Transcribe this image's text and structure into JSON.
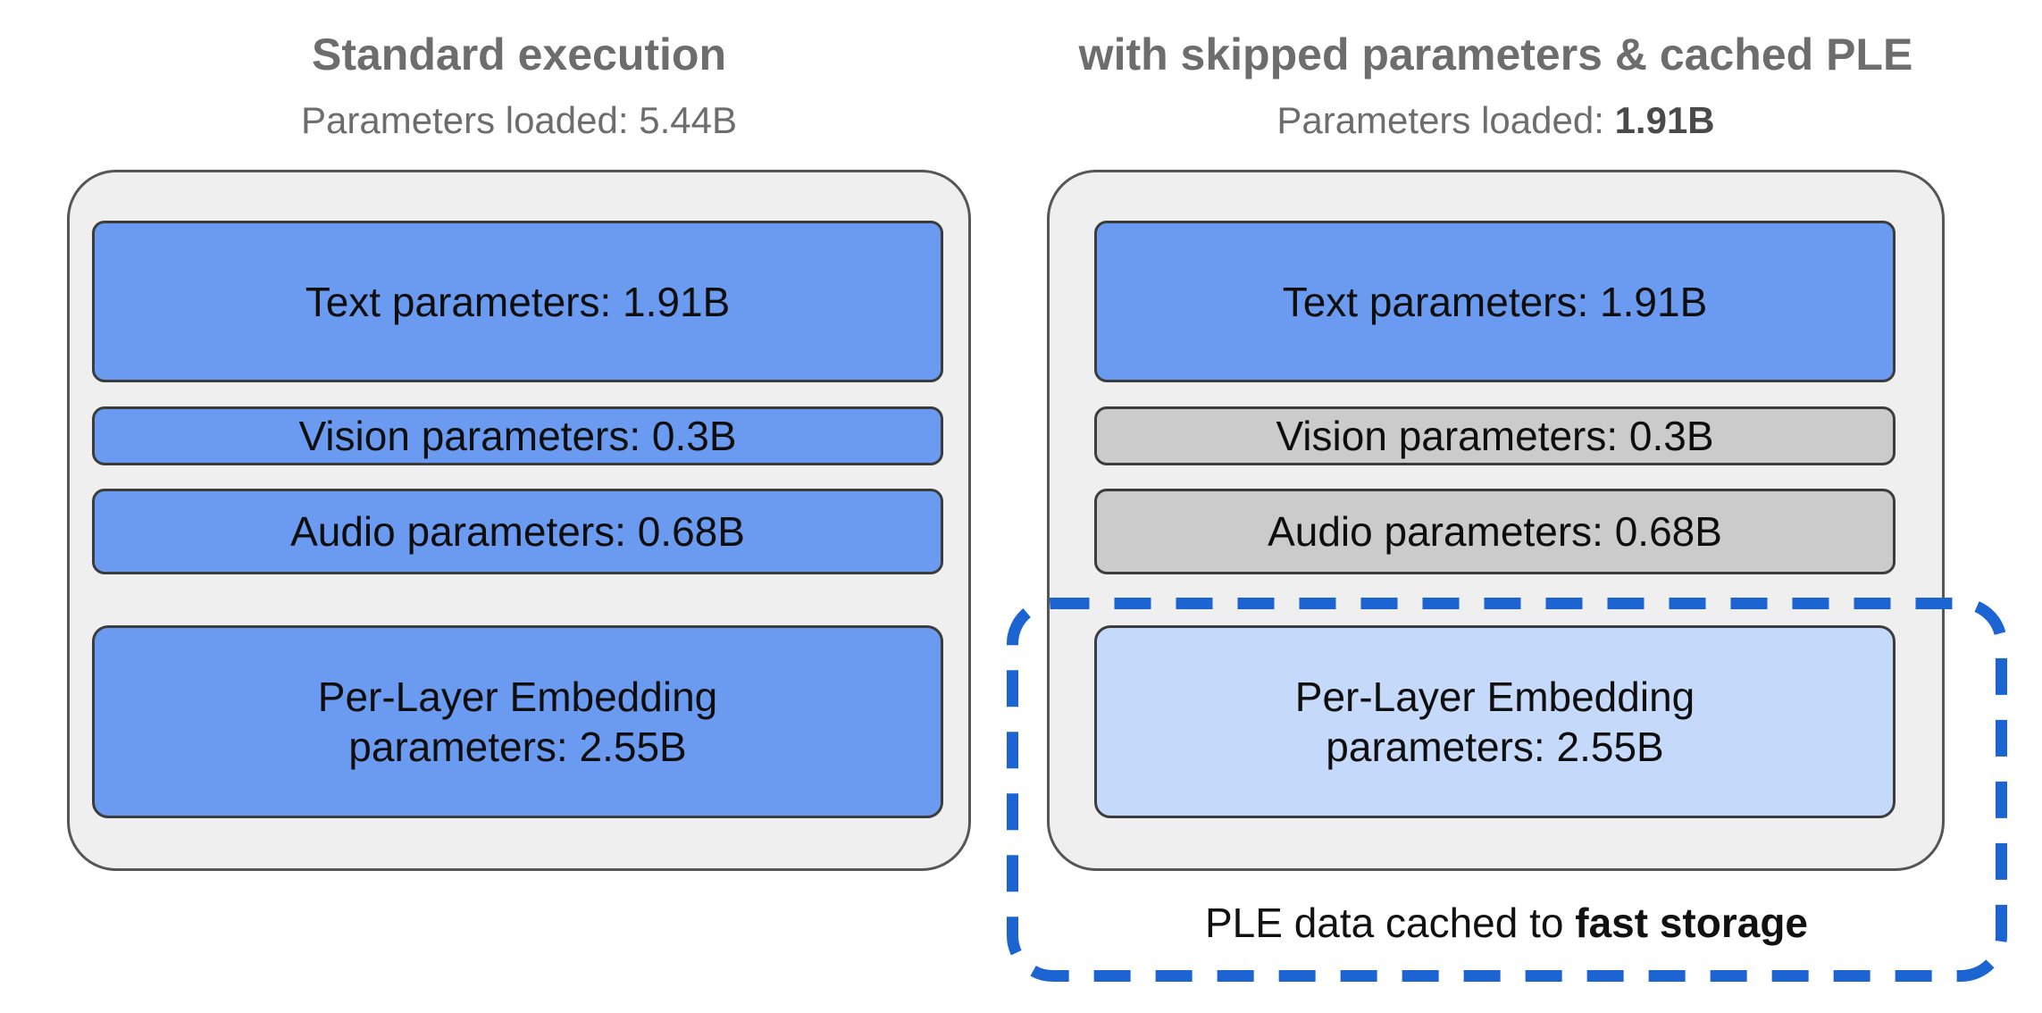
{
  "colors": {
    "page_background": "#ffffff",
    "title_gray": "#6d6d6d",
    "container_background": "#efefef",
    "container_border": "#565656",
    "box_border": "#3c3c3c",
    "loaded_blue": "#6b9bf0",
    "skipped_gray": "#cbcbcb",
    "cached_light_blue": "#c5d9fa",
    "dashed_outline_blue": "#1c64d2",
    "box_text_color": "#0e0e0e"
  },
  "left_panel": {
    "title": "Standard execution",
    "subtitle_prefix": "Parameters loaded: ",
    "subtitle_value": "5.44B",
    "boxes": {
      "text": {
        "label": "Text parameters: 1.91B"
      },
      "vision": {
        "label": "Vision parameters: 0.3B"
      },
      "audio": {
        "label": "Audio parameters: 0.68B"
      },
      "ple": {
        "line1": "Per-Layer Embedding",
        "line2": "parameters: 2.55B"
      }
    }
  },
  "right_panel": {
    "title": "with skipped parameters & cached PLE",
    "subtitle_prefix": "Parameters loaded: ",
    "subtitle_value": "1.91B",
    "boxes": {
      "text": {
        "label": "Text parameters: 1.91B"
      },
      "vision": {
        "label": "Vision parameters: 0.3B"
      },
      "audio": {
        "label": "Audio parameters: 0.68B"
      },
      "ple": {
        "line1": "Per-Layer Embedding",
        "line2": "parameters: 2.55B"
      }
    },
    "caption_prefix": "PLE data cached to ",
    "caption_bold": "fast storage"
  }
}
